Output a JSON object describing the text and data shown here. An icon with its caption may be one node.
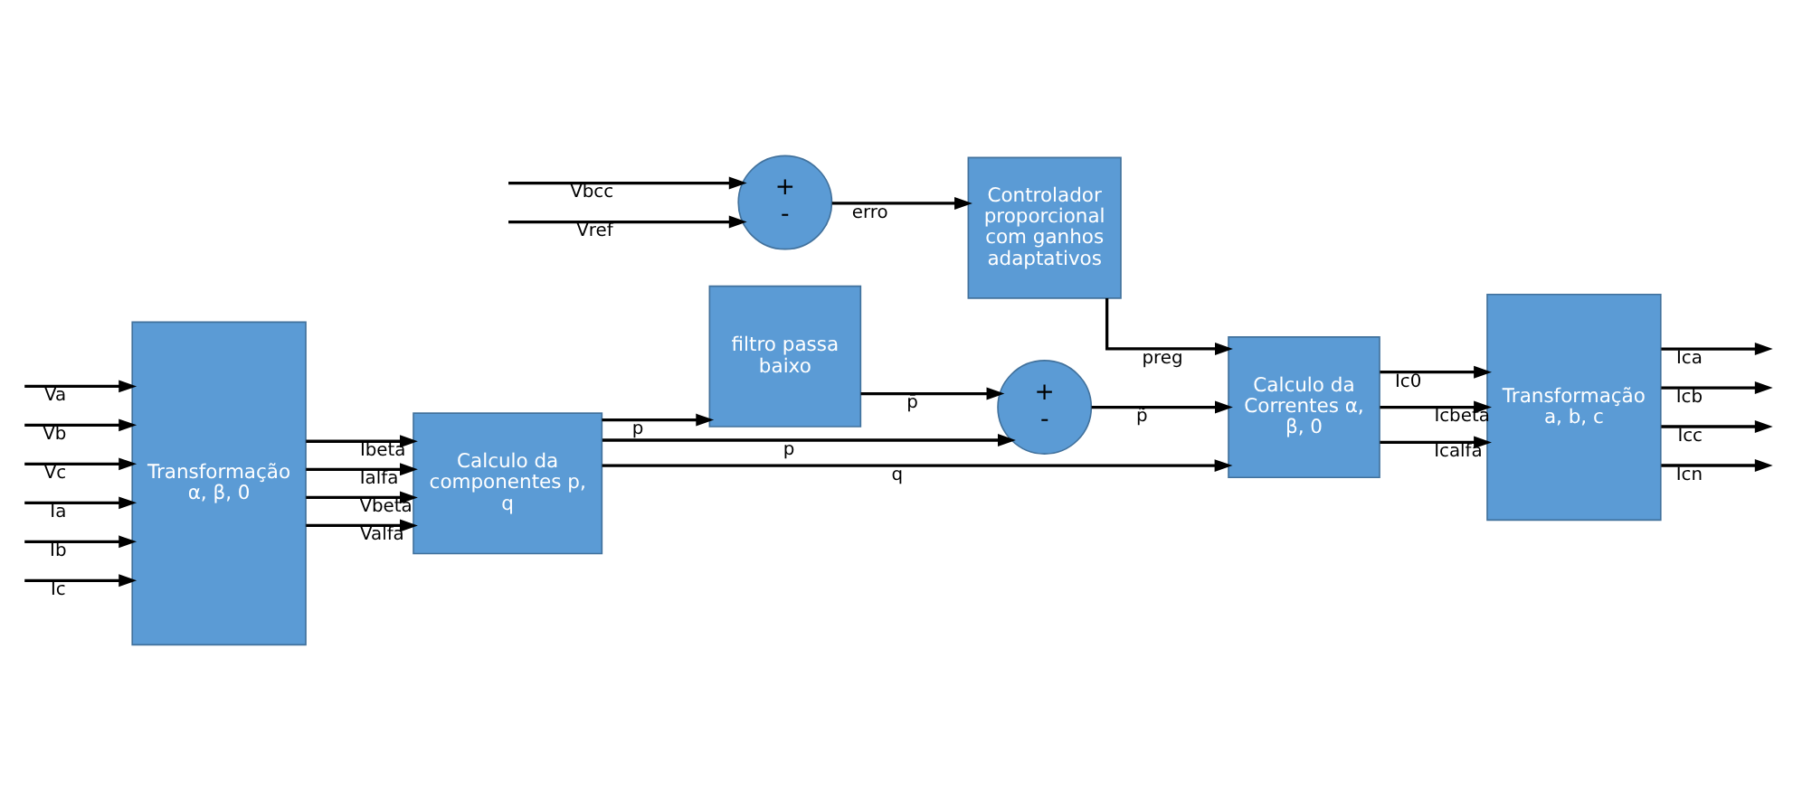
{
  "diagram": {
    "nodes": [
      {
        "text": [
          "Transformação α, β, 0"
        ]
      },
      {
        "text": [
          "Calculo da componentes p, q"
        ]
      },
      {
        "text": [
          "filtro passa baixo"
        ]
      },
      {
        "text": [
          "+",
          "-"
        ]
      },
      {
        "text": [
          "Calculo da Correntes α, β, 0"
        ]
      },
      {
        "text": [
          "Transformação a, b, c"
        ]
      },
      {
        "text": [
          "+",
          "-"
        ]
      },
      {
        "text": [
          "Controlador proporcional com ganhos adaptativos"
        ]
      }
    ],
    "edges": [
      {
        "from": null,
        "to": 0,
        "arrow": "to",
        "label": "Va"
      },
      {
        "from": null,
        "to": 0,
        "arrow": "to",
        "label": "Vb"
      },
      {
        "from": null,
        "to": 0,
        "arrow": "to",
        "label": "Vc"
      },
      {
        "from": null,
        "to": 0,
        "arrow": "to",
        "label": "Ia"
      },
      {
        "from": null,
        "to": 0,
        "arrow": "to",
        "label": "Ib"
      },
      {
        "from": null,
        "to": 0,
        "arrow": "to",
        "label": "Ic"
      },
      {
        "from": 0,
        "to": 1,
        "arrow": "to",
        "label": "Valfa"
      },
      {
        "from": 0,
        "to": 1,
        "arrow": "to",
        "label": "Vbeta"
      },
      {
        "from": 0,
        "to": 1,
        "arrow": "to",
        "label": "Ialfa"
      },
      {
        "from": 0,
        "to": 1,
        "arrow": "to",
        "label": "Ibeta"
      },
      {
        "from": 1,
        "to": 2,
        "arrow": "to",
        "label": "p"
      },
      {
        "from": 1,
        "to": 3,
        "arrow": "to",
        "label": "p"
      },
      {
        "from": 2,
        "to": 3,
        "arrow": "to",
        "label": "p̄"
      },
      {
        "from": 3,
        "to": 4,
        "arrow": "to",
        "label": "p̃"
      },
      {
        "from": 1,
        "to": 4,
        "arrow": "to",
        "label": "q"
      },
      {
        "from": 4,
        "to": 5,
        "arrow": "to",
        "label": "Icalfa"
      },
      {
        "from": 4,
        "to": 5,
        "arrow": "to",
        "label": "Icbeta"
      },
      {
        "from": 4,
        "to": 5,
        "arrow": "to",
        "label": "Ic0"
      },
      {
        "from": 5,
        "to": null,
        "arrow": "to",
        "label": "Ica"
      },
      {
        "from": 5,
        "to": null,
        "arrow": "to",
        "label": "Icb"
      },
      {
        "from": 5,
        "to": null,
        "arrow": "to",
        "label": "Icc"
      },
      {
        "from": 5,
        "to": null,
        "arrow": "to",
        "label": "Icn"
      },
      {
        "from": null,
        "to": 6,
        "arrow": "to",
        "label": "Vbcc"
      },
      {
        "from": null,
        "to": 6,
        "arrow": "to",
        "label": "Vref"
      },
      {
        "from": 6,
        "to": 7,
        "arrow": "to",
        "label": "erro"
      },
      {
        "from": 7,
        "to": 4,
        "arrow": "to",
        "label": "preg"
      }
    ]
  }
}
